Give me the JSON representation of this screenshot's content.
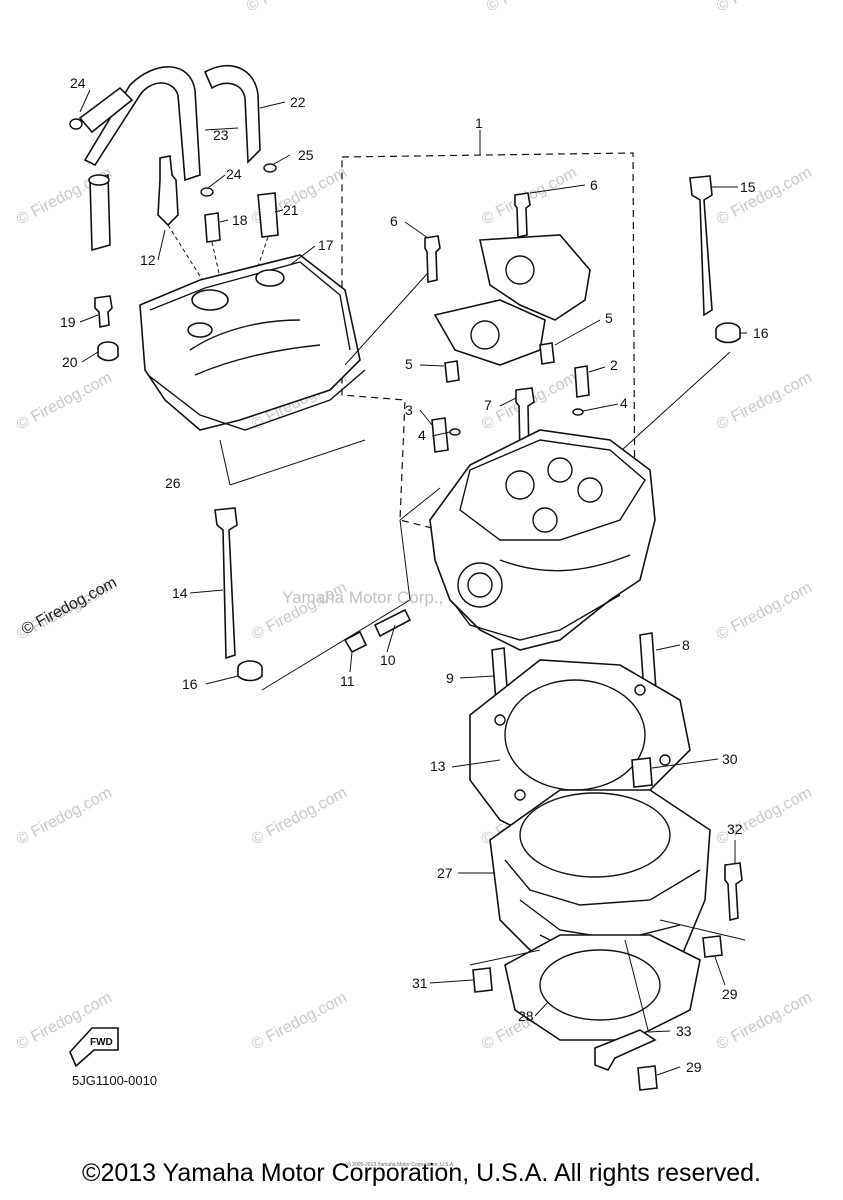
{
  "watermark": {
    "text": "© Firedog.com",
    "center_text": "Yamaha Motor Corp., U.S.A."
  },
  "callouts": [
    "1",
    "2",
    "3",
    "4",
    "4",
    "5",
    "5",
    "6",
    "6",
    "7",
    "8",
    "9",
    "10",
    "11",
    "12",
    "13",
    "14",
    "15",
    "16",
    "16",
    "17",
    "18",
    "19",
    "20",
    "21",
    "22",
    "23",
    "24",
    "24",
    "25",
    "26",
    "27",
    "28",
    "29",
    "29",
    "30",
    "31",
    "32",
    "33"
  ],
  "fwd_label": "FWD",
  "drawing_code": "5JG1100-0010",
  "fine_print": "(c) 2005-2013 Yamaha Motor Corporation, U.S.A.",
  "copyright": "©2013 Yamaha Motor Corporation, U.S.A. All rights reserved."
}
